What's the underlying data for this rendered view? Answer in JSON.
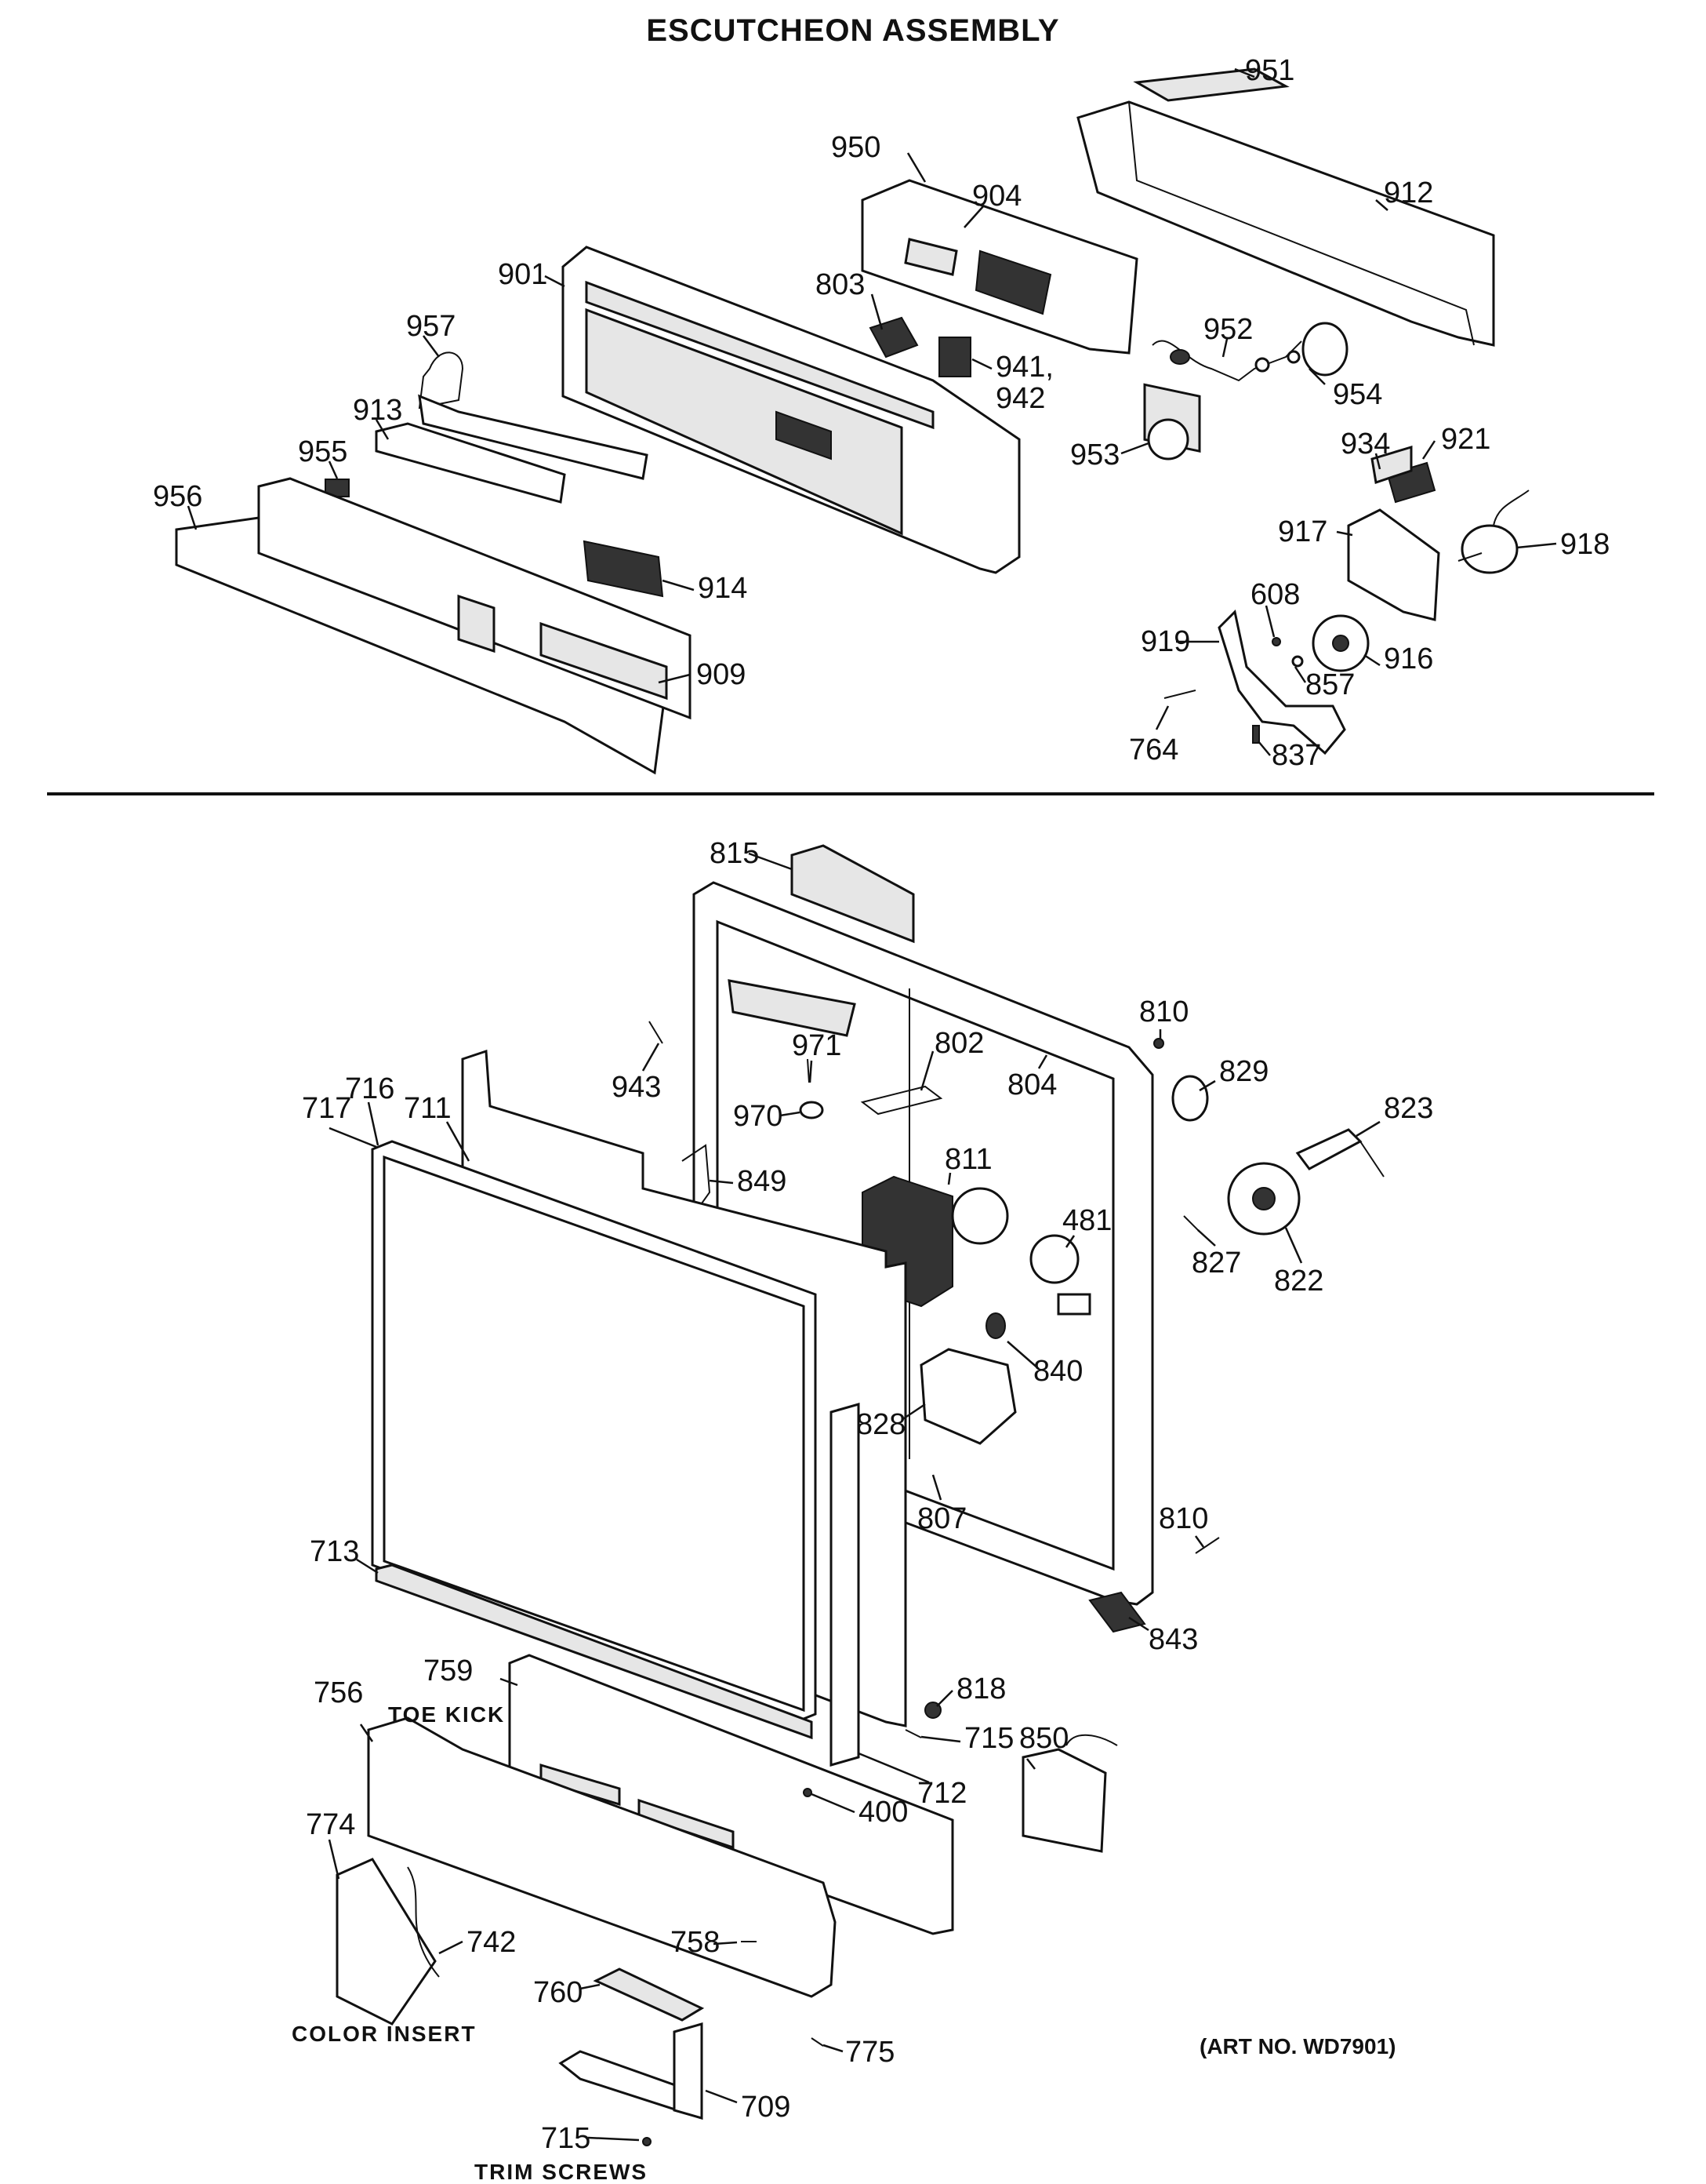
{
  "title": "ESCUTCHEON ASSEMBLY",
  "art_number": "(ART NO. WD7901)",
  "captions": {
    "color_insert": "COLOR INSERT",
    "toe_kick": "TOE KICK",
    "trim_screws": "TRIM SCREWS"
  },
  "upper_callouts": [
    "951",
    "950",
    "904",
    "912",
    "901",
    "803",
    "957",
    "941,",
    "942",
    "952",
    "954",
    "913",
    "955",
    "953",
    "934",
    "921",
    "956",
    "917",
    "918",
    "914",
    "608",
    "919",
    "916",
    "857",
    "909",
    "764",
    "837"
  ],
  "lower_callouts": [
    "815",
    "810",
    "716",
    "943",
    "971",
    "802",
    "717",
    "711",
    "804",
    "829",
    "970",
    "823",
    "849",
    "811",
    "481",
    "827",
    "822",
    "840",
    "828",
    "810",
    "713",
    "807",
    "843",
    "759",
    "818",
    "756",
    "715",
    "712",
    "850",
    "400",
    "774",
    "742",
    "758",
    "760",
    "775",
    "709",
    "715"
  ]
}
